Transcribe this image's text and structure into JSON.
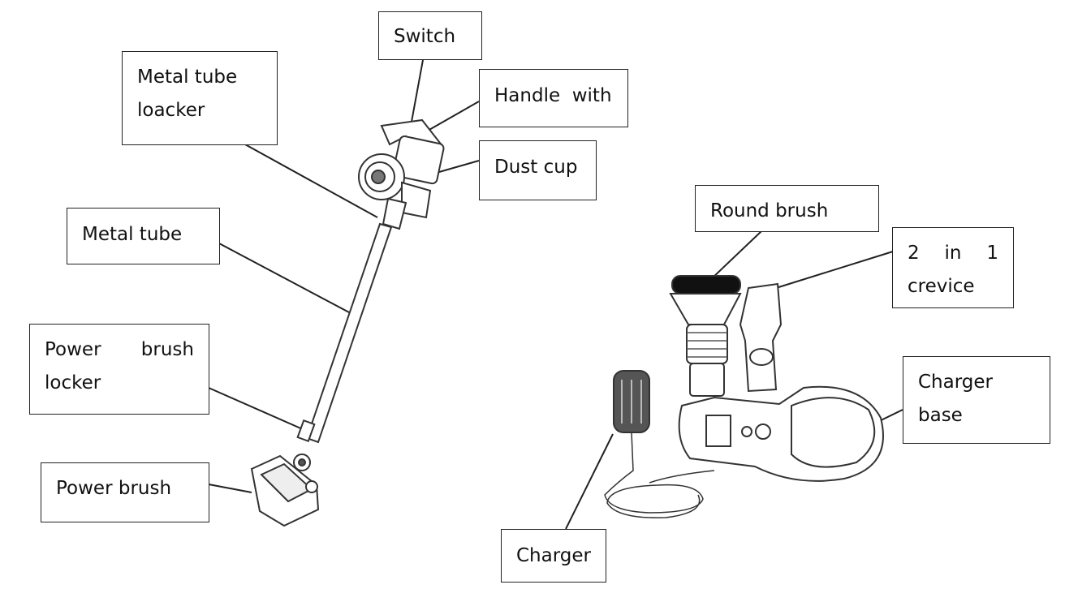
{
  "labels": {
    "switch": "Switch",
    "metal_tube_locker": [
      "Metal tube",
      "loacker"
    ],
    "handle_with": "Handle  with",
    "dust_cup": "Dust cup",
    "metal_tube": "Metal tube",
    "power_brush_locker": [
      "Power",
      "brush",
      "locker"
    ],
    "power_brush": "Power brush",
    "round_brush": "Round brush",
    "crevice": [
      "2",
      "in",
      "1",
      "crevice"
    ],
    "charger_base": [
      "Charger",
      "base"
    ],
    "charger": "Charger"
  }
}
